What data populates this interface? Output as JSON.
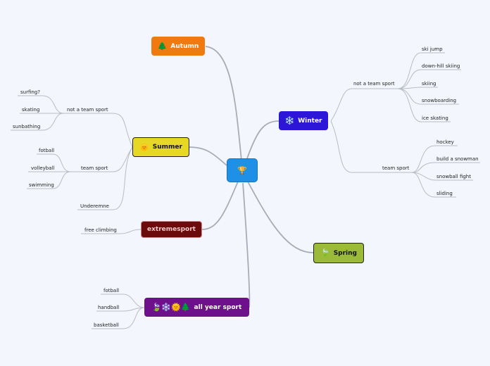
{
  "root": {
    "icon": "trophy-icon",
    "label": "🏆",
    "color": "#1e90e6"
  },
  "branches": {
    "autumn": {
      "label": "Autumn",
      "icon": "🌲",
      "color": "#f07a10"
    },
    "winter": {
      "label": "Winter",
      "icon": "❄️",
      "color": "#2d16d8"
    },
    "summer": {
      "label": "Summer",
      "icon": "🌞",
      "color": "#e6d825"
    },
    "extremesport": {
      "label": "extremesport",
      "color": "#6b0b0b"
    },
    "spring": {
      "label": "Spring",
      "icon": "🍃",
      "color": "#9cba3a"
    },
    "allyear": {
      "label": "all year sport",
      "icons": "🍃❄️🌞🌲",
      "color": "#6e0f8c"
    }
  },
  "winter": {
    "not_team": "not a team sport",
    "not_team_items": [
      "ski jump",
      "down-hill skiing",
      "skiing",
      "snowboarding",
      "ice skating"
    ],
    "team": "team sport",
    "team_items": [
      "hockey",
      "build a snowman",
      "snowball fight",
      "sliding"
    ]
  },
  "summer": {
    "not_team": "not a team sport",
    "not_team_items": [
      "surfing?",
      "skating",
      "sunbathing"
    ],
    "team": "team sport",
    "team_items": [
      "fotball",
      "volleyball",
      "swimming"
    ],
    "other": "Underemne"
  },
  "extremesport": {
    "items": [
      "free climbing"
    ]
  },
  "allyear": {
    "items": [
      "fotball",
      "handball",
      "basketball"
    ]
  }
}
